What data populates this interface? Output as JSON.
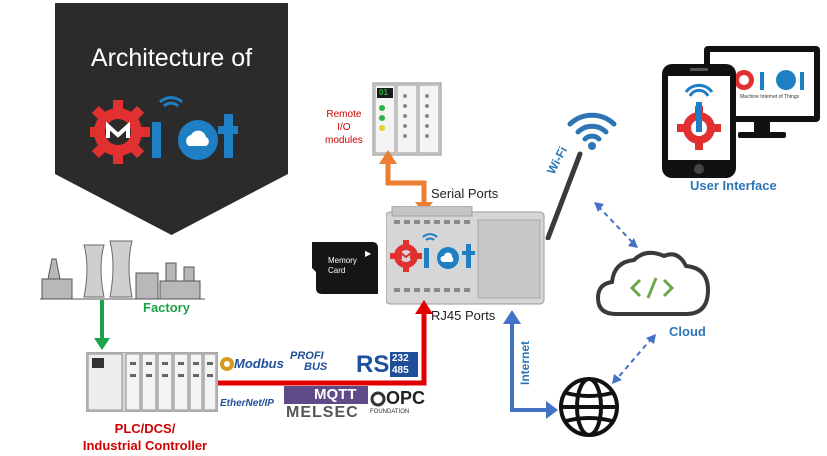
{
  "banner": {
    "title": "Architecture of"
  },
  "labels": {
    "remote_io": "Remote\nI/O\nmodules",
    "io_display": "01",
    "serial_ports": "Serial Ports",
    "wifi": "Wi-Fi",
    "memory_card": "Memory\nCard",
    "rj45_ports": "RJ45 Ports",
    "internet": "Internet",
    "factory": "Factory",
    "plc": "PLC/DCS/\nIndustrial Controller",
    "user_interface": "User Interface",
    "cloud": "Cloud",
    "monitor_caption": "Machine Internet of Things"
  },
  "protocols": {
    "modbus": "Modbus",
    "profibus_top": "PROFI",
    "profibus_bottom": "BUS",
    "rs": "RS",
    "rs232": "232",
    "rs485": "485",
    "ethernet_ip": "EtherNet/IP",
    "mqtt": "MQTT",
    "melsec": "MELSEC",
    "opc": "OPC",
    "opc_foundation": "FOUNDATION"
  },
  "colors": {
    "banner": "#2b2b2b",
    "arrow_orange": "#ed7d31",
    "arrow_green": "#1aa34a",
    "arrow_red": "#e00000",
    "arrow_blue": "#4472c4",
    "label_red": "#d00000",
    "label_blue": "#2e75b6",
    "gear_red": "#e03030",
    "iot_blue": "#1f7fc4"
  }
}
